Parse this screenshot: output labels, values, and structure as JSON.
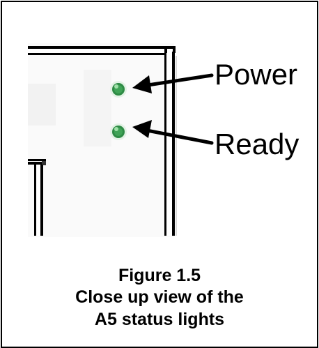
{
  "callouts": {
    "power_label": "Power",
    "ready_label": "Ready"
  },
  "caption": {
    "figure_number": "Figure 1.5",
    "line_2": "Close up view of the",
    "line_3": "A5 status lights"
  },
  "colors": {
    "led_green": "#2e8b45",
    "led_highlight": "#9fe0a8",
    "outline": "#000000",
    "panel_shadow": "#d9d9d9"
  },
  "icons": {
    "power_led": "green-led-icon",
    "ready_led": "green-led-icon",
    "arrows": "arrow-left-icon"
  }
}
